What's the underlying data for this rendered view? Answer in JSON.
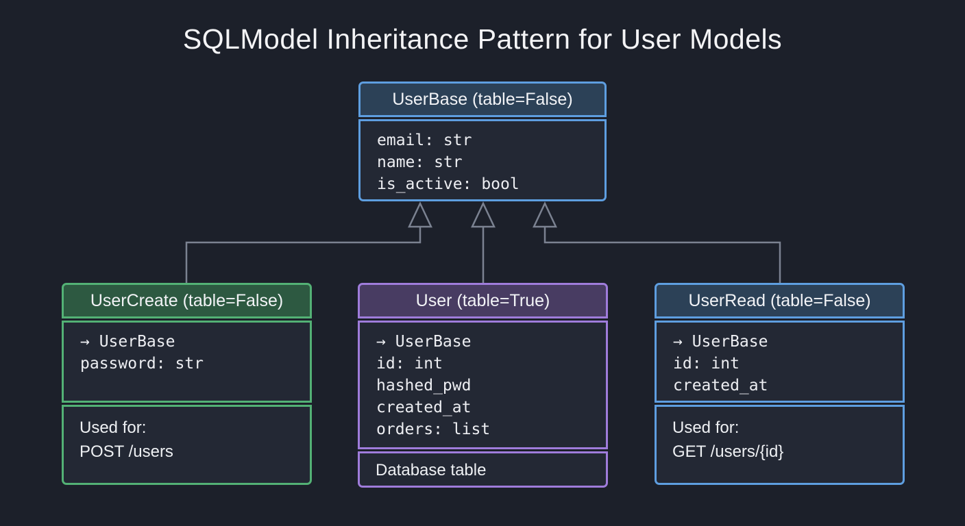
{
  "title": "SQLModel Inheritance Pattern for User Models",
  "colors": {
    "background": "#1c202a",
    "section_bg": "#232834",
    "blue_accent": "#5e9ee0",
    "blue_header_bg": "#2c4157",
    "green_accent": "#53b175",
    "green_header_bg": "#2d5941",
    "purple_accent": "#9f7cdb",
    "purple_header_bg": "#483c62",
    "connector_line": "#7b8291",
    "text": "#f2f3f6"
  },
  "boxes": {
    "user_base": {
      "title": "UserBase (table=False)",
      "fields": [
        "email: str",
        "name: str",
        "is_active: bool"
      ]
    },
    "user_create": {
      "title": "UserCreate (table=False)",
      "fields": [
        "→ UserBase",
        "password: str"
      ],
      "usage": [
        "Used for:",
        "POST /users"
      ]
    },
    "user": {
      "title": "User (table=True)",
      "fields": [
        "→ UserBase",
        "id: int",
        "hashed_pwd",
        "created_at",
        "orders: list"
      ],
      "footer": "Database table"
    },
    "user_read": {
      "title": "UserRead (table=False)",
      "fields": [
        "→ UserBase",
        "id: int",
        "created_at"
      ],
      "usage": [
        "Used for:",
        "GET /users/{id}"
      ]
    }
  },
  "relations": [
    "UserCreate inherits UserBase",
    "User inherits UserBase",
    "UserRead inherits UserBase"
  ]
}
